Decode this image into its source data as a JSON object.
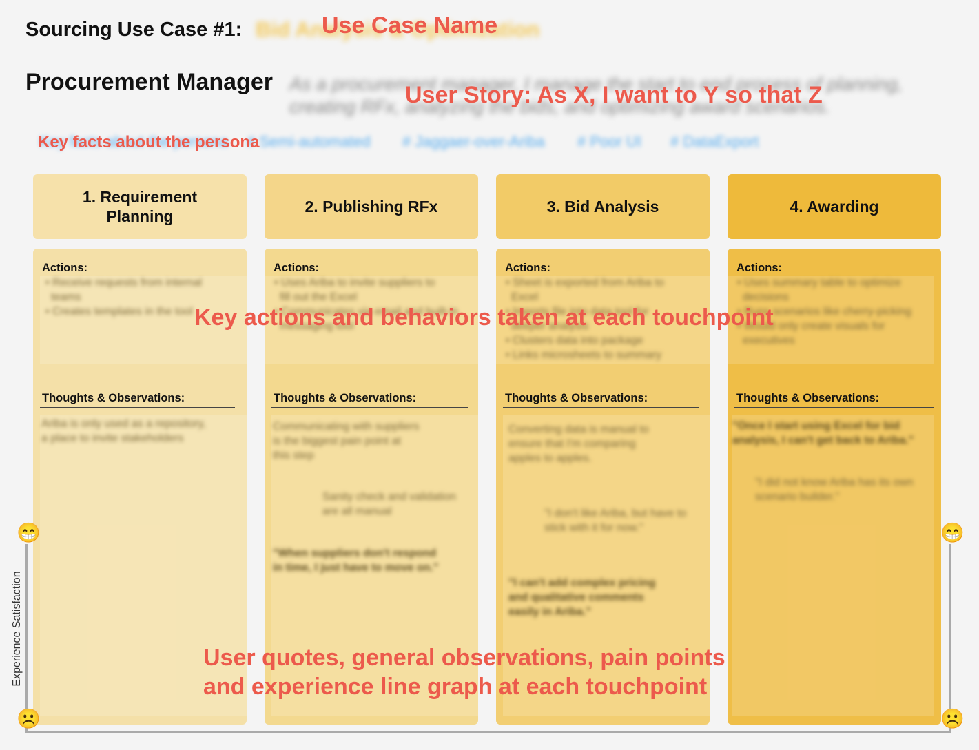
{
  "header": {
    "title_prefix": "Sourcing Use Case #1:",
    "title_blurred": "Bid Analysis & Optimization",
    "persona": "Procurement Manager",
    "story_blurred_line1": "As a procurement manager, I manage the start to end process of planning,",
    "story_blurred_line2": "creating RFx, analyzing the bids, and optimizing award scenarios."
  },
  "tags": [
    "Key facts about the persona",
    "# Semi-automated",
    "# Jaggaer-over-Ariba",
    "# Poor UI",
    "# DataExport"
  ],
  "overlays": {
    "use_case_name": "Use Case Name",
    "user_story": "User Story: As X, I want to Y so that Z",
    "key_facts": "Key facts about the persona",
    "key_actions": "Key actions and behaviors taken at each touchpoint",
    "quotes_line1": "User quotes, general observations, pain points",
    "quotes_line2": "and experience line graph at each touchpoint"
  },
  "labels": {
    "actions": "Actions:",
    "thoughts": "Thoughts & Observations:",
    "axis": "Experience Satisfaction"
  },
  "stages": [
    {
      "title": "1. Requirement Planning",
      "actions": [
        "• Receive requests from internal",
        "  teams",
        "• Creates templates in the tool"
      ],
      "thoughts": [
        {
          "text": "Ariba is only used as a repository,",
          "bold": false
        },
        {
          "text": "a place to invite stakeholders",
          "bold": false
        }
      ]
    },
    {
      "title": "2. Publishing RFx",
      "actions": [
        "• Uses Ariba to invite suppliers to",
        "  fill out the Excel",
        "• Communicates via email and built-in",
        "  messaging tool"
      ],
      "thoughts": [
        {
          "text": "Communicating with suppliers",
          "bold": false
        },
        {
          "text": "is the biggest pain point at",
          "bold": false
        },
        {
          "text": "this step",
          "bold": false
        },
        {
          "text": "Sanity check and validation",
          "bold": false
        },
        {
          "text": "are all manual",
          "bold": false
        },
        {
          "text": "\"When suppliers don't respond",
          "bold": true
        },
        {
          "text": "in time, I just have to move on.\"",
          "bold": true
        }
      ]
    },
    {
      "title": "3. Bid Analysis",
      "actions": [
        "• Sheet is exported from Ariba to",
        "  Excel",
        "• Imports file into data tool for",
        "  deeper analysis",
        "• Clusters data into package",
        "• Links microsheets to summary"
      ],
      "thoughts": [
        {
          "text": "Converting data is manual to",
          "bold": false
        },
        {
          "text": "ensure that I'm comparing",
          "bold": false
        },
        {
          "text": "apples to apples.",
          "bold": false
        },
        {
          "text": "\"I don't like Ariba, but have to",
          "bold": false
        },
        {
          "text": "stick with it for now.\"",
          "bold": false
        },
        {
          "text": "\"I can't add complex pricing",
          "bold": true
        },
        {
          "text": "and qualitative comments",
          "bold": true
        },
        {
          "text": "easily in Ariba.\"",
          "bold": true
        }
      ]
    },
    {
      "title": "4. Awarding",
      "actions": [
        "• Uses summary table to optimize",
        "  decisions",
        "• Runs scenarios like cherry-picking",
        "• Would only create visuals for",
        "  executives"
      ],
      "thoughts": [
        {
          "text": "\"Once I start using Excel for bid",
          "bold": true
        },
        {
          "text": "analysis, I can't get back to Ariba.\"",
          "bold": true
        },
        {
          "text": "\"I did not know Ariba has its own",
          "bold": false
        },
        {
          "text": "scenario builder.\"",
          "bold": false
        }
      ]
    }
  ],
  "colors": {
    "stage_heads": [
      "#f6e1aa",
      "#f4d68a",
      "#f2cb67",
      "#eeba3b"
    ],
    "stage_bodies": [
      "#f4e0a8",
      "#f3d98f",
      "#f2ce72",
      "#efbe47"
    ],
    "overlay": "#ec5a4c",
    "tag": "#5aaef0"
  },
  "icons": {
    "happy": "grinning-face-icon",
    "sad": "frowning-face-icon"
  }
}
